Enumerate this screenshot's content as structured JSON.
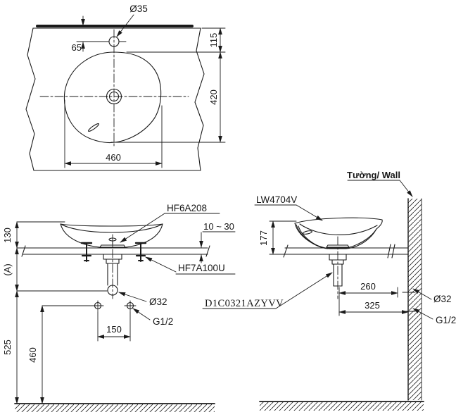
{
  "colors": {
    "line": "#1a1a1a",
    "background": "#ffffff"
  },
  "plan_view": {
    "hole_diameter": "Ø35",
    "hole_offset": "65",
    "dim_wall_to_rim": "115",
    "dim_rim_depth": "420",
    "dim_width": "460"
  },
  "front_view": {
    "drain_part": "HF6A208",
    "counter_thickness": "10 ~ 30",
    "fixing_part": "HF7A100U",
    "dim_bowl_height": "130",
    "dim_ref": "(A)",
    "dim_drain_height": "525",
    "dim_supply_height": "460",
    "dim_supply_spacing": "150",
    "drain_diameter": "Ø32",
    "supply_thread": "G1/2"
  },
  "side_view": {
    "wall_label": "Tường/ Wall",
    "basin_model": "LW4704V",
    "trap_part": "D1C0321AZYVV",
    "dim_height": "177",
    "dim_drain_to_wall": "260",
    "dim_center_to_wall": "325",
    "drain_diameter": "Ø32",
    "supply_thread": "G1/2"
  }
}
